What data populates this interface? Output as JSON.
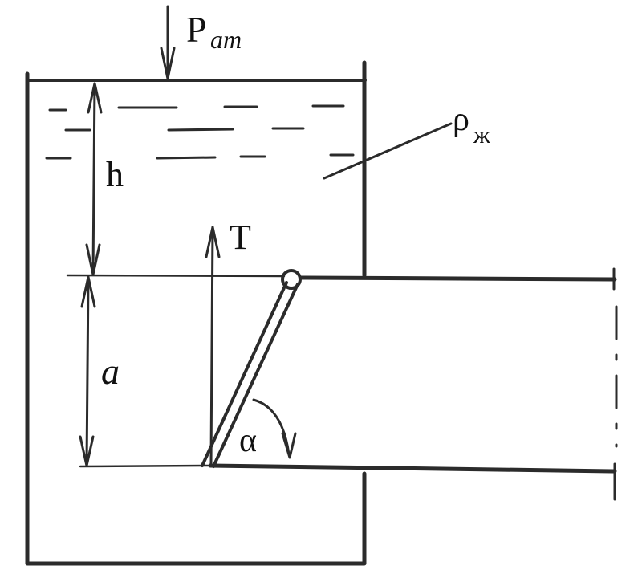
{
  "labels": {
    "p_atm_main": "P",
    "p_atm_sub": "ат",
    "rho_main": "ρ",
    "rho_sub": "ж",
    "h": "h",
    "a": "a",
    "T": "T",
    "alpha": "α"
  },
  "colors": {
    "ink": "#2b2b2b",
    "paper": "#ffffff"
  }
}
